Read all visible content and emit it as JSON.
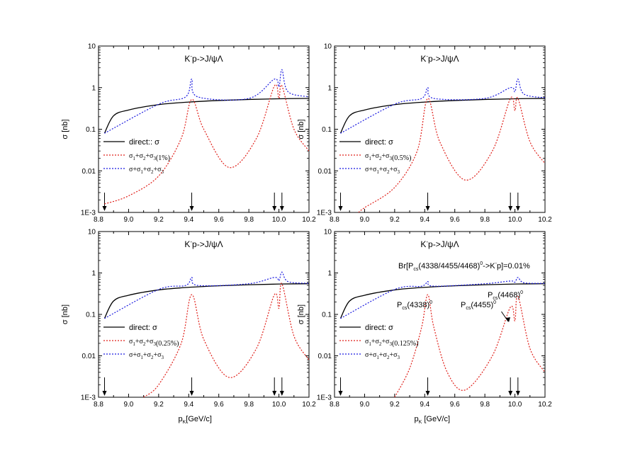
{
  "colors": {
    "direct": "#000000",
    "resonance": "#e0201a",
    "total": "#1a1ae0"
  },
  "y_axis_label": "σ [nb]",
  "x_axis_label": "p",
  "x_axis_label_sub": "K",
  "x_axis_label_unit": "[GeV/c]",
  "panels": [
    {
      "title_pre": "K",
      "title_sup": "-",
      "title_post": "p->J/ψΛ",
      "legend": [
        {
          "pre": "direct:: σ"
        },
        {
          "pre": "σ",
          "subs": [
            "1",
            "2",
            "3"
          ],
          "post": "(1%)"
        },
        {
          "pre": "σ+σ",
          "subs": [
            "1",
            "2",
            "3"
          ],
          "post": ""
        }
      ],
      "annotations": []
    },
    {
      "title_pre": "K",
      "title_sup": "-",
      "title_post": "p->J/ψΛ",
      "legend": [
        {
          "pre": "direct: σ"
        },
        {
          "pre": "σ",
          "subs": [
            "1",
            "2",
            "3"
          ],
          "post": "(0.5%)"
        },
        {
          "pre": "σ+σ",
          "subs": [
            "1",
            "2",
            "3"
          ],
          "post": ""
        }
      ],
      "annotations": []
    },
    {
      "title_pre": "K",
      "title_sup": "-",
      "title_post": "p->J/ψΛ",
      "legend": [
        {
          "pre": "direct: σ"
        },
        {
          "pre": "σ",
          "subs": [
            "1",
            "2",
            "3"
          ],
          "post": "(0.25%)"
        },
        {
          "pre": "σ+σ",
          "subs": [
            "1",
            "2",
            "3"
          ],
          "post": ""
        }
      ],
      "annotations": []
    },
    {
      "title_pre": "K",
      "title_sup": "-",
      "title_post": "p->J/ψΛ",
      "legend": [
        {
          "pre": "direct: σ"
        },
        {
          "pre": "σ",
          "subs": [
            "1",
            "2",
            "3"
          ],
          "post": "(0.125%)"
        },
        {
          "pre": "σ+σ",
          "subs": [
            "1",
            "2",
            "3"
          ],
          "post": ""
        }
      ],
      "annotations": [
        "Br[P(4338/4455/4468)->Kp]=0.01%",
        "P(4338)",
        "P(4455)",
        "P(4468)"
      ]
    }
  ],
  "chart_data": [
    {
      "type": "line",
      "panel": 1,
      "title": "K-p->J/ψΛ",
      "xlabel": "",
      "ylabel": "σ [nb]",
      "xlim": [
        8.8,
        10.2
      ],
      "ylim": [
        0.001,
        10
      ],
      "yscale": "log",
      "xticks": [
        "8.8",
        "9.0",
        "9.2",
        "9.4",
        "9.6",
        "9.8",
        "10.0",
        "10.2"
      ],
      "yticks": [
        "1E-3",
        "0.01",
        "0.1",
        "1",
        "10"
      ],
      "arrows_x": [
        8.84,
        9.42,
        9.97,
        10.02
      ],
      "series": [
        {
          "name": "direct:: σ",
          "x": [
            8.84,
            8.9,
            9.0,
            9.2,
            9.4,
            9.6,
            9.8,
            10.0,
            10.2
          ],
          "y": [
            0.08,
            0.21,
            0.29,
            0.39,
            0.45,
            0.49,
            0.52,
            0.54,
            0.55
          ]
        },
        {
          "name": "σ1+σ2+σ3(1%)",
          "x": [
            8.84,
            9.0,
            9.2,
            9.35,
            9.42,
            9.5,
            9.67,
            9.85,
            9.97,
            10.0,
            10.02,
            10.1,
            10.2
          ],
          "y": [
            0.0016,
            0.0025,
            0.0075,
            0.06,
            0.52,
            0.1,
            0.012,
            0.06,
            1.1,
            0.55,
            1.1,
            0.1,
            0.03
          ]
        },
        {
          "name": "σ+σ1+σ2+σ3",
          "x": [
            8.84,
            9.2,
            9.38,
            9.42,
            9.46,
            9.8,
            9.97,
            10.0,
            10.02,
            10.06,
            10.2
          ],
          "y": [
            0.08,
            0.4,
            0.6,
            1.6,
            0.6,
            0.55,
            1.6,
            1.05,
            2.7,
            0.8,
            0.6
          ]
        }
      ]
    },
    {
      "type": "line",
      "panel": 2,
      "title": "K-p->J/ψΛ",
      "xlabel": "",
      "ylabel": "",
      "xlim": [
        8.8,
        10.2
      ],
      "ylim": [
        0.001,
        10
      ],
      "yscale": "log",
      "xticks": [
        "8.8",
        "9.0",
        "9.2",
        "9.4",
        "9.6",
        "9.8",
        "10.0",
        "10.2"
      ],
      "yticks": [
        "1E-3",
        "0.01",
        "0.1",
        "1",
        "10"
      ],
      "arrows_x": [
        8.84,
        9.42,
        9.97,
        10.02
      ],
      "series": [
        {
          "name": "direct: σ",
          "x": [
            8.84,
            8.9,
            9.0,
            9.2,
            9.4,
            9.6,
            9.8,
            10.0,
            10.2
          ],
          "y": [
            0.08,
            0.21,
            0.29,
            0.39,
            0.45,
            0.49,
            0.52,
            0.54,
            0.55
          ]
        },
        {
          "name": "σ1+σ2+σ3(0.5%)",
          "x": [
            8.96,
            9.0,
            9.2,
            9.35,
            9.42,
            9.5,
            9.67,
            9.85,
            9.97,
            10.0,
            10.02,
            10.1,
            10.2
          ],
          "y": [
            0.001,
            0.0013,
            0.004,
            0.03,
            0.55,
            0.05,
            0.006,
            0.03,
            0.55,
            0.28,
            0.55,
            0.05,
            0.015
          ]
        },
        {
          "name": "σ+σ1+σ2+σ3",
          "x": [
            8.84,
            9.2,
            9.38,
            9.42,
            9.46,
            9.8,
            9.97,
            10.0,
            10.02,
            10.06,
            10.2
          ],
          "y": [
            0.08,
            0.4,
            0.55,
            1.0,
            0.55,
            0.55,
            1.0,
            0.8,
            1.6,
            0.7,
            0.57
          ]
        }
      ]
    },
    {
      "type": "line",
      "panel": 3,
      "title": "K-p->J/ψΛ",
      "xlabel": "p_K[GeV/c]",
      "ylabel": "σ [nb]",
      "xlim": [
        8.8,
        10.2
      ],
      "ylim": [
        0.001,
        10
      ],
      "yscale": "log",
      "xticks": [
        "8.8",
        "9.0",
        "9.2",
        "9.4",
        "9.6",
        "9.8",
        "10.0",
        "10.2"
      ],
      "yticks": [
        "1E-3",
        "0.01",
        "0.1",
        "1",
        "10"
      ],
      "arrows_x": [
        8.84,
        9.42,
        9.97,
        10.02
      ],
      "series": [
        {
          "name": "direct: σ",
          "x": [
            8.84,
            8.9,
            9.0,
            9.2,
            9.4,
            9.6,
            9.8,
            10.0,
            10.2
          ],
          "y": [
            0.08,
            0.21,
            0.29,
            0.39,
            0.45,
            0.49,
            0.52,
            0.54,
            0.55
          ]
        },
        {
          "name": "σ1+σ2+σ3(0.25%)",
          "x": [
            9.1,
            9.2,
            9.35,
            9.42,
            9.5,
            9.67,
            9.85,
            9.97,
            10.0,
            10.02,
            10.1,
            10.2
          ],
          "y": [
            0.001,
            0.002,
            0.02,
            0.3,
            0.025,
            0.003,
            0.015,
            0.3,
            0.14,
            0.55,
            0.03,
            0.008
          ]
        },
        {
          "name": "σ+σ1+σ2+σ3",
          "x": [
            8.84,
            9.2,
            9.38,
            9.42,
            9.46,
            9.8,
            9.97,
            10.0,
            10.02,
            10.06,
            10.2
          ],
          "y": [
            0.08,
            0.4,
            0.5,
            0.78,
            0.5,
            0.55,
            0.78,
            0.65,
            1.05,
            0.62,
            0.56
          ]
        }
      ]
    },
    {
      "type": "line",
      "panel": 4,
      "title": "K-p->J/ψΛ",
      "xlabel": "p_K [GeV/c]",
      "ylabel": "",
      "xlim": [
        8.8,
        10.2
      ],
      "ylim": [
        0.001,
        10
      ],
      "yscale": "log",
      "xticks": [
        "8.8",
        "9.0",
        "9.2",
        "9.4",
        "9.6",
        "9.8",
        "10.0",
        "10.2"
      ],
      "yticks": [
        "1E-3",
        "0.01",
        "0.1",
        "1",
        "10"
      ],
      "arrows_x": [
        8.84,
        9.42,
        9.97,
        10.02
      ],
      "series": [
        {
          "name": "direct: σ",
          "x": [
            8.84,
            8.9,
            9.0,
            9.2,
            9.4,
            9.6,
            9.8,
            10.0,
            10.2
          ],
          "y": [
            0.08,
            0.21,
            0.29,
            0.39,
            0.45,
            0.49,
            0.52,
            0.54,
            0.55
          ]
        },
        {
          "name": "σ1+σ2+σ3(0.125%)",
          "x": [
            9.2,
            9.3,
            9.38,
            9.42,
            9.46,
            9.55,
            9.67,
            9.85,
            9.97,
            10.0,
            10.02,
            10.1,
            10.2
          ],
          "y": [
            0.001,
            0.005,
            0.05,
            0.3,
            0.05,
            0.004,
            0.0015,
            0.01,
            0.15,
            0.07,
            0.28,
            0.015,
            0.004
          ]
        },
        {
          "name": "σ+σ1+σ2+σ3",
          "x": [
            8.84,
            9.2,
            9.38,
            9.42,
            9.46,
            9.8,
            9.97,
            10.0,
            10.02,
            10.06,
            10.2
          ],
          "y": [
            0.08,
            0.4,
            0.48,
            0.62,
            0.48,
            0.55,
            0.64,
            0.6,
            0.78,
            0.58,
            0.56
          ]
        }
      ]
    }
  ]
}
